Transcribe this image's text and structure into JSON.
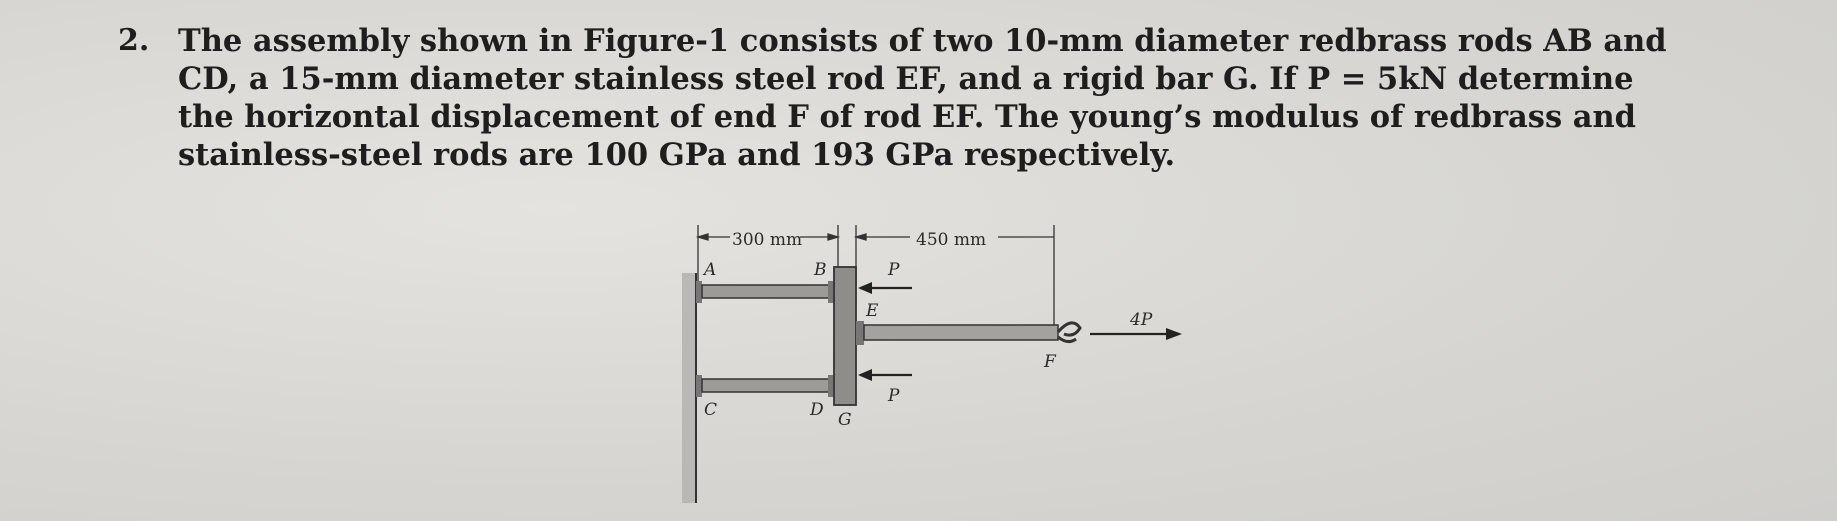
{
  "problem": {
    "number": "2.",
    "text": "The assembly shown in Figure-1 consists of two 10-mm diameter redbrass rods AB and CD, a 15-mm diameter stainless steel rod EF, and a rigid bar G. If P = 5kN determine the horizontal displacement of end F of rod EF. The young’s modulus of redbrass and stainless-steel rods are 100 GPa and 193 GPa respectively."
  },
  "figure": {
    "dimensions": {
      "left": "300 mm",
      "right": "450 mm"
    },
    "labels": {
      "A": "A",
      "B": "B",
      "C": "C",
      "D": "D",
      "E": "E",
      "F": "F",
      "G": "G",
      "P_top": "P",
      "P_bottom": "P",
      "load_right": "4P"
    }
  }
}
